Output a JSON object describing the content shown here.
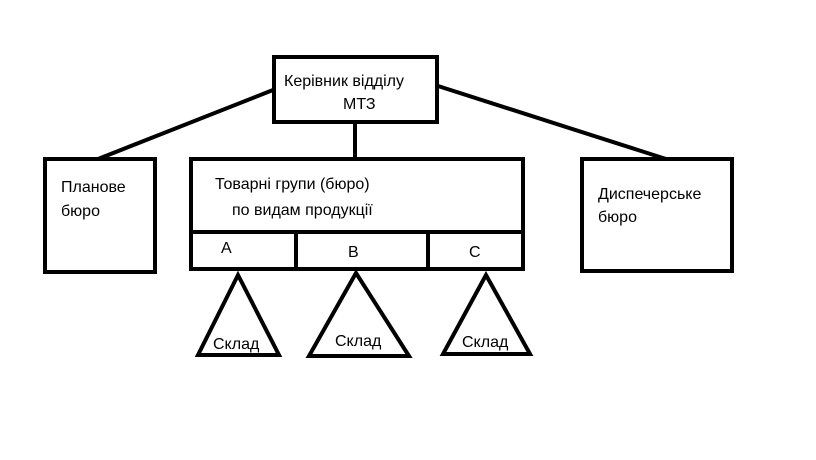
{
  "diagram": {
    "head": {
      "line1": "Керівник відділу",
      "line2": "МТЗ"
    },
    "planning": {
      "line1": "Планове",
      "line2": "бюро"
    },
    "groups": {
      "line1": "Товарні групи (бюро)",
      "line2": "по видам продукції"
    },
    "dispatch": {
      "line1": "Диспечерське",
      "line2": "бюро"
    },
    "sections": [
      {
        "label": "A",
        "warehouse": "Склад"
      },
      {
        "label": "B",
        "warehouse": "Склад"
      },
      {
        "label": "C",
        "warehouse": "Склад"
      }
    ]
  }
}
